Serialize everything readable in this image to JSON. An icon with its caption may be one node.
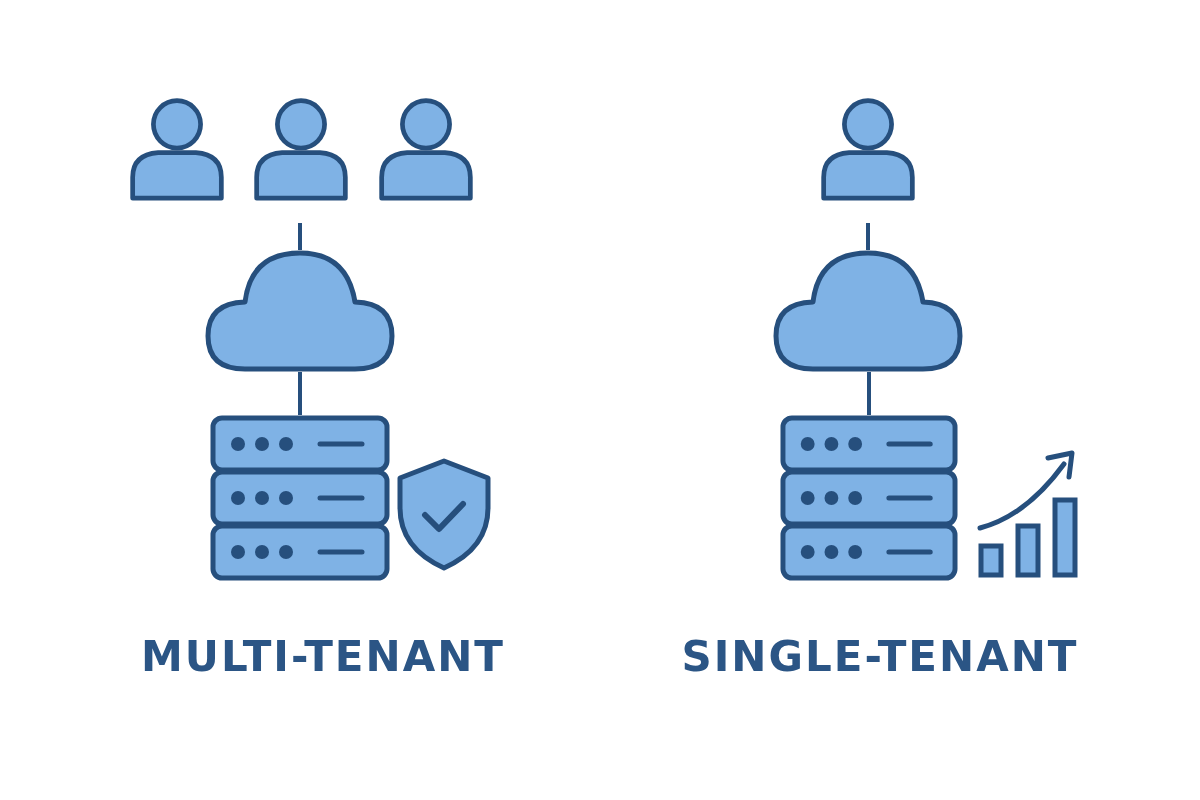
{
  "diagram": {
    "nodes": [
      {
        "text": [],
        "shape": "person"
      },
      {
        "text": [],
        "shape": "person"
      },
      {
        "text": [],
        "shape": "person"
      },
      {
        "text": [],
        "shape": "cloud"
      },
      {
        "text": [],
        "shape": "server"
      },
      {
        "text": [],
        "shape": "person"
      },
      {
        "text": [],
        "shape": "cloud"
      },
      {
        "text": [],
        "shape": "server"
      }
    ],
    "edges": [
      {
        "from": 1,
        "to": 3,
        "arrow": "none"
      },
      {
        "from": 3,
        "to": 4,
        "arrow": "none"
      },
      {
        "from": 5,
        "to": 6,
        "arrow": "none"
      },
      {
        "from": 6,
        "to": 7,
        "arrow": "none"
      }
    ],
    "labels": [
      "MULTI-TENANT",
      "SINGLE-TENANT"
    ]
  }
}
